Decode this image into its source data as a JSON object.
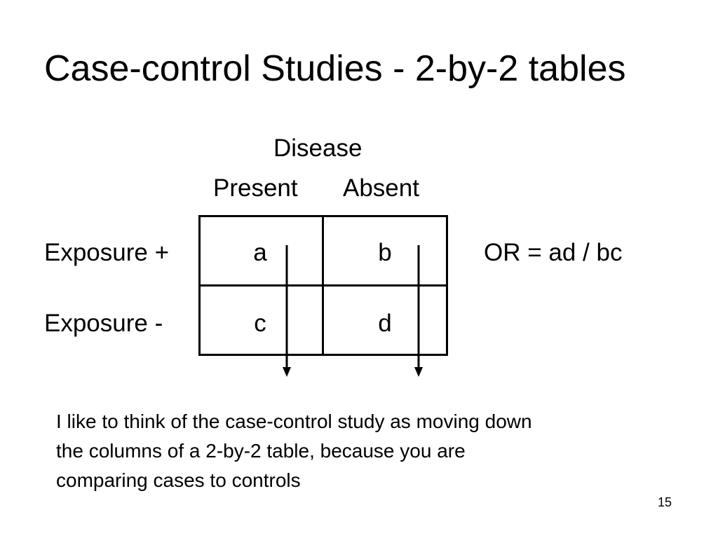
{
  "slide": {
    "title": "Case-control Studies - 2-by-2 tables",
    "page_number": "15"
  },
  "table": {
    "column_group_header": "Disease",
    "column_headers": [
      "Present",
      "Absent"
    ],
    "row_headers": [
      "Exposure +",
      "Exposure -"
    ],
    "cells": [
      [
        "a",
        "b"
      ],
      [
        "c",
        "d"
      ]
    ]
  },
  "formula": "OR = ad / bc",
  "note_lines": [
    "I like to think of the case-control study as moving down",
    "the columns of a 2-by-2 table, because you are",
    "comparing cases to controls"
  ]
}
